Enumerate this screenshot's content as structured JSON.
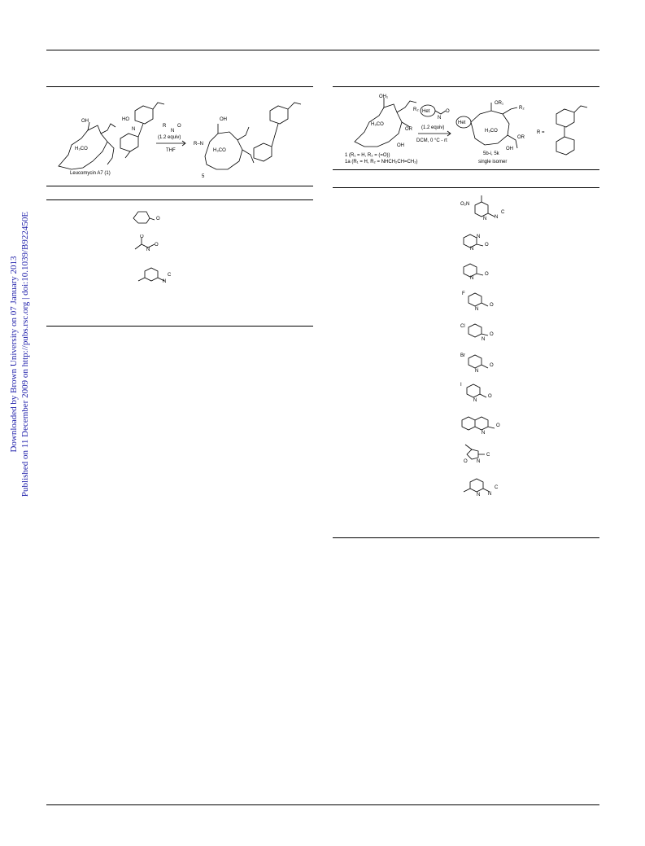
{
  "sidebar": {
    "line1": "Downloaded by Brown University on 07 January 2013",
    "line2": "Published on 11 December 2009 on http://pubs.rsc.org | doi:10.1039/B922450E"
  },
  "scheme_left": {
    "start_label": "Leucomycin A7 (1)",
    "reagent_top": "R",
    "reagent_n": "N",
    "reagent_o": "O",
    "reagent_equiv": "(1.2 equiv)",
    "reagent_solvent": "THF",
    "product_label": "5",
    "atom_oh": "OH",
    "atom_h3co": "H₃CO",
    "atom_o": "O",
    "atom_n": "N",
    "atom_ho": "HO",
    "atom_rn": "R–N"
  },
  "scheme_right": {
    "het": "Het",
    "n": "N",
    "o": "O",
    "equiv": "(1.2 equiv)",
    "conditions": "DCM, 0 °C - rt",
    "cmpd1": "1   (R₁ = H, R₂ = (=O))",
    "cmpd1a": "1a (R₁ = H, R₂ = NHCH₂CH=CH₂)",
    "product": "5b-i, 5k",
    "isomer": "single isomer",
    "r_equals": "R =",
    "or1": "OR₁",
    "r2": "R₂",
    "or": "OR",
    "oh": "OH",
    "h3co": "H₃CO",
    "oh_top": "OH₁"
  },
  "table_left": {
    "atoms": [
      "O",
      "O",
      "N",
      "O",
      "N",
      "C"
    ]
  },
  "table_right": {
    "atoms": {
      "nitro": "O₂N",
      "n": "N",
      "o": "O",
      "c": "C",
      "f": "F",
      "cl": "Cl",
      "br": "Br",
      "i": "I"
    }
  }
}
